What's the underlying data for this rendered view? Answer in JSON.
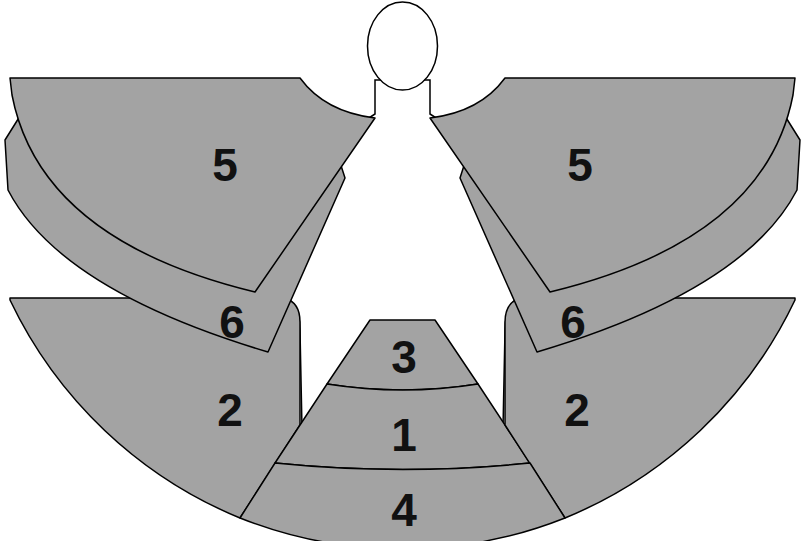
{
  "diagram": {
    "nodes": [
      {
        "text": [
          "5"
        ]
      },
      {
        "text": [
          "5"
        ]
      },
      {
        "text": [
          "6"
        ]
      },
      {
        "text": [
          "6"
        ]
      },
      {
        "text": [
          "3"
        ]
      },
      {
        "text": [
          "2"
        ]
      },
      {
        "text": [
          "1"
        ]
      },
      {
        "text": [
          "2"
        ]
      },
      {
        "text": [
          "4"
        ]
      }
    ]
  }
}
